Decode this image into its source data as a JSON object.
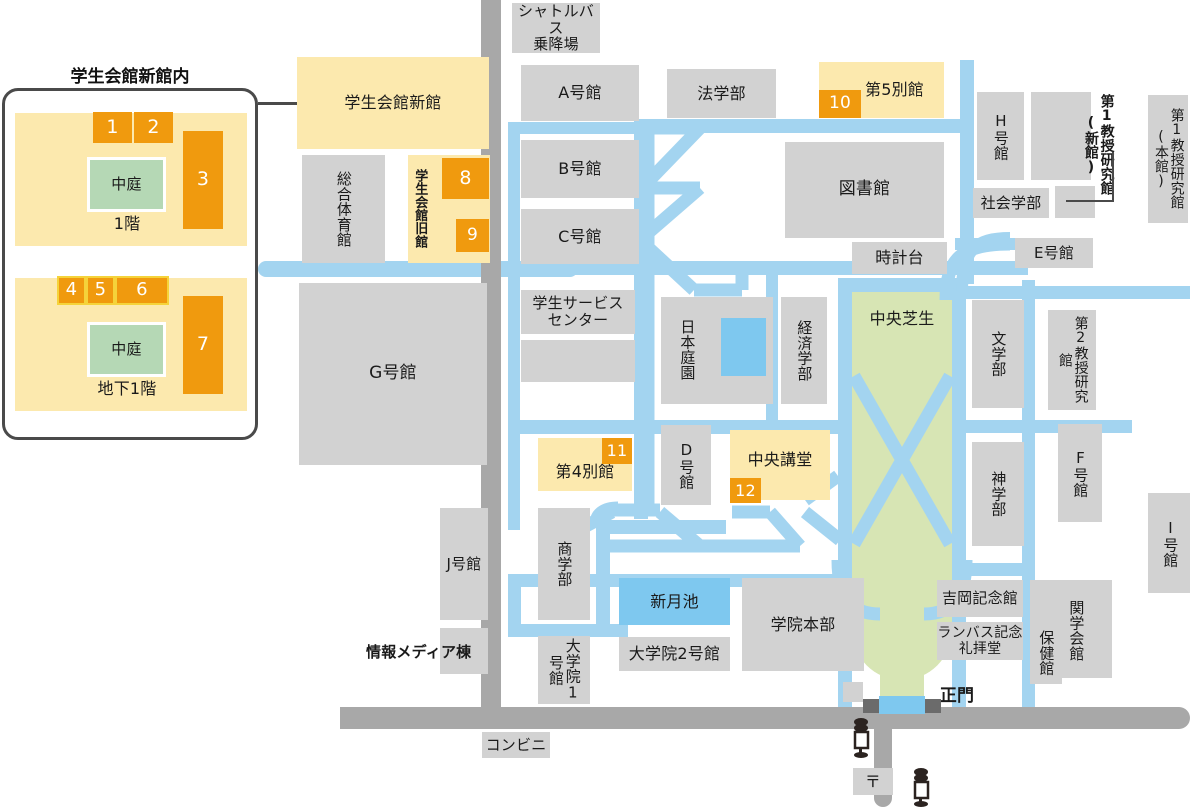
{
  "colors": {
    "building_gray": "#d2d2d2",
    "highlight_cream": "#fce9ae",
    "marker_orange": "#f09a0e",
    "marker_border_yellow": "#f5d33a",
    "path_blue": "#a3d4f0",
    "water_blue": "#7ec8ef",
    "lawn_green": "#d7e5b4",
    "courtyard_green": "#b5d8b5",
    "road_gray": "#a8a8a8",
    "outline_dark": "#4a4a4a"
  },
  "inset": {
    "title": "学生会館新館内",
    "floor1": {
      "label": "1階",
      "courtyard": "中庭",
      "markers": [
        "1",
        "2",
        "3"
      ]
    },
    "basement1": {
      "label": "地下1階",
      "courtyard": "中庭",
      "markers": [
        "4",
        "5",
        "6",
        "7"
      ]
    }
  },
  "buildings": {
    "gakusei_kaikan_shinkan": "学生会館新館",
    "sogo_taiikukan": "総合体育館",
    "gakusei_kaikan_kyukan": "学生会館旧館",
    "shuttle_bus": "シャトルバス\n乗降場",
    "a_kan": "A号館",
    "b_kan": "B号館",
    "c_kan": "C号館",
    "hogakubu": "法学部",
    "dai5_bekkan": "第5別館",
    "h_kan": "H号館",
    "shakaigakubu": "社会学部",
    "dai1_kyoju_kenkyukan_shinkan": "第1教授研究館(新館)",
    "dai1_kyoju_kenkyukan_honkan": "第1教授研究館(本館)",
    "toshokan": "図書館",
    "tokeidai": "時計台",
    "e_kan": "E号館",
    "gakusei_service_center": "学生サービス\nセンター",
    "nihon_teien": "日本庭園",
    "keizaigakubu": "経済学部",
    "chuo_shibafu": "中央芝生",
    "bungakubu": "文学部",
    "dai2_kyoju_kenkyukan": "第2教授研究館",
    "g_kan": "G号館",
    "dai4_bekkan": "第4別館",
    "d_kan": "D号館",
    "chuo_kodo": "中央講堂",
    "shingakubu": "神学部",
    "f_kan": "F号館",
    "i_kan": "I号館",
    "j_kan": "J号館",
    "shogakubu": "商学部",
    "joho_media_to": "情報メディア棟",
    "daigakuin_1gokan": "大学院1号館",
    "shingetsuike": "新月池",
    "daigakuin_2gokan": "大学院2号館",
    "gakuin_honbu": "学院本部",
    "yoshioka_kinenkan": "吉岡記念館",
    "lambuth_chapel": "ランバス記念\n礼拝堂",
    "hokenkan": "保健館",
    "kangaku_kaikan": "関学会館",
    "seimon": "正門",
    "convenience": "コンビニ",
    "post_office": "〒"
  },
  "markers_on_map": {
    "m8": "8",
    "m9": "9",
    "m10": "10",
    "m11": "11",
    "m12": "12"
  },
  "icons": {
    "bus_stop_1": "bus-stop-icon",
    "bus_stop_2": "bus-stop-icon",
    "post_symbol": "postal-mark-icon"
  }
}
